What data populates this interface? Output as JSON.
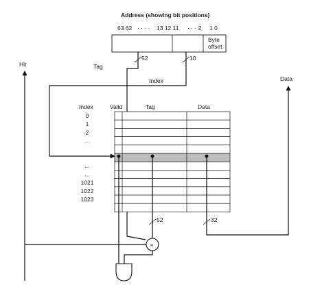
{
  "address": {
    "title": "Address (showing bit positions)",
    "bits_left": "63 62",
    "bits_left_dots": "· · · ·",
    "bits_mid": "13 12 11",
    "bits_right_dots": "· · · 2",
    "bits_right": "1 0",
    "byte_offset_line1": "Byte",
    "byte_offset_line2": "offset"
  },
  "signals": {
    "hit": "Hit",
    "data_out": "Data",
    "tag": "Tag",
    "index": "Index",
    "tag_width": "52",
    "index_width": "10",
    "tag_compare_width": "52",
    "data_width": "32"
  },
  "cache": {
    "header_index": "Index",
    "header_valid": "Valid",
    "header_tag": "Tag",
    "header_data": "Data",
    "rows_top": [
      "0",
      "1",
      "2",
      "…"
    ],
    "rows_bottom": [
      "…",
      "…",
      "1021",
      "1022",
      "1023"
    ],
    "selected_row_color": "#bdbdbd"
  },
  "comparator_symbol": "="
}
